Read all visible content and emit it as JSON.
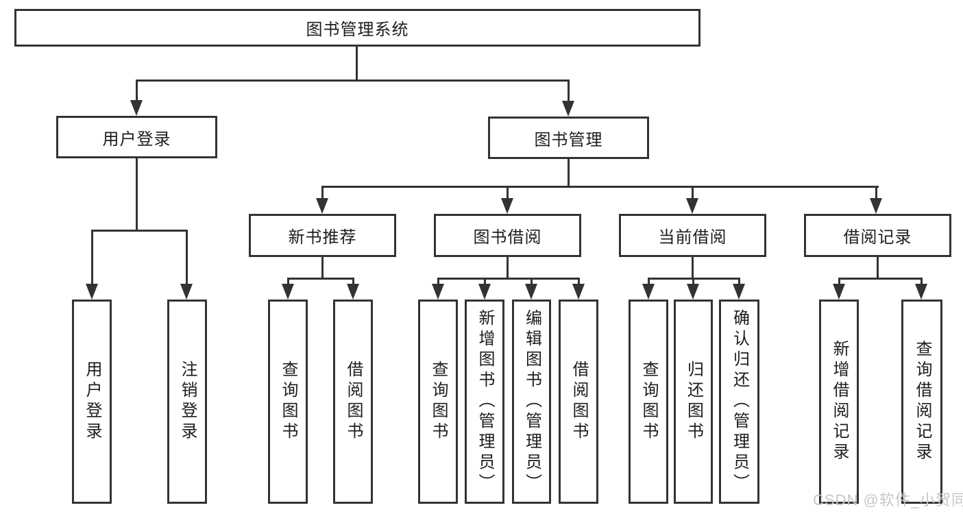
{
  "diagram": {
    "nodes": {
      "root": "图书管理系统",
      "user_login": "用户登录",
      "book_mgmt": "图书管理",
      "new_books": "新书推荐",
      "book_borrow": "图书借阅",
      "current_borrow": "当前借阅",
      "borrow_records": "借阅记录"
    },
    "leaves": {
      "user": [
        "用户登录",
        "注销登录"
      ],
      "new_books": [
        "查询图书",
        "借阅图书"
      ],
      "book_borrow": [
        "查询图书",
        "新增图书（管理员）",
        "编辑图书（管理员）",
        "借阅图书"
      ],
      "current_borrow": [
        "查询图书",
        "归还图书",
        "确认归还（管理员）"
      ],
      "borrow_records": [
        "新增借阅记录",
        "查询借阅记录"
      ]
    },
    "watermark": "CSDN @软件_小贺同学",
    "colors": {
      "line": "#333333",
      "text": "#1d1d1d",
      "background": "#ffffff",
      "watermark": "#c6c6c6"
    }
  }
}
